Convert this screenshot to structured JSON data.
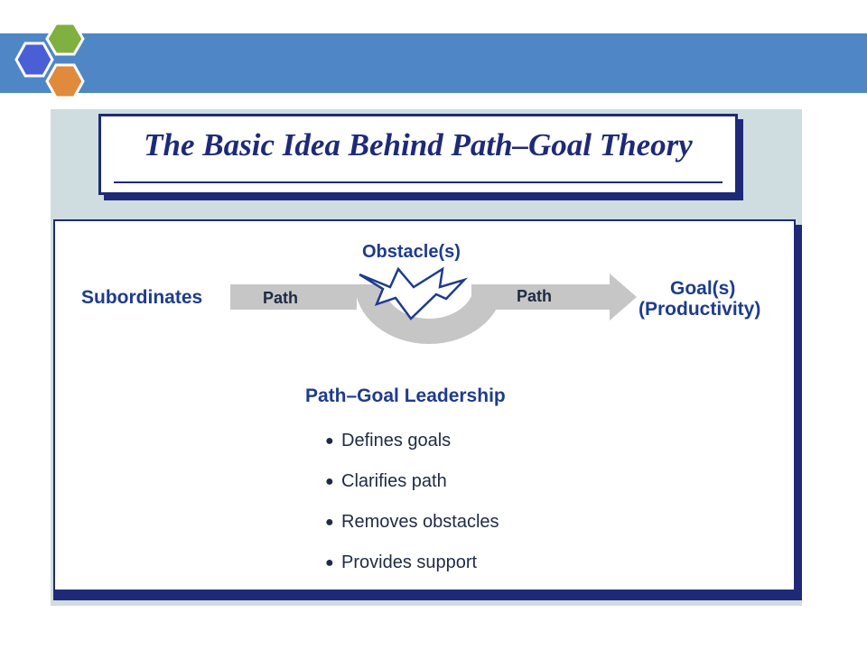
{
  "slide": {
    "colors": {
      "bar": "#4f87c6",
      "hex_blue": "#4a5fd6",
      "hex_green": "#7fb040",
      "hex_orange": "#e08a3c",
      "navy": "#1e2a78"
    }
  },
  "figure": {
    "title": "The Basic Idea Behind Path–Goal Theory",
    "diagram": {
      "source": "Subordinates",
      "path_left": "Path",
      "path_right": "Path",
      "obstacle": "Obstacle(s)",
      "goal_line1": "Goal(s)",
      "goal_line2": "(Productivity)"
    },
    "leadership": {
      "heading": "Path–Goal Leadership",
      "bullets": [
        "Defines goals",
        "Clarifies path",
        "Removes obstacles",
        "Provides support"
      ]
    }
  }
}
